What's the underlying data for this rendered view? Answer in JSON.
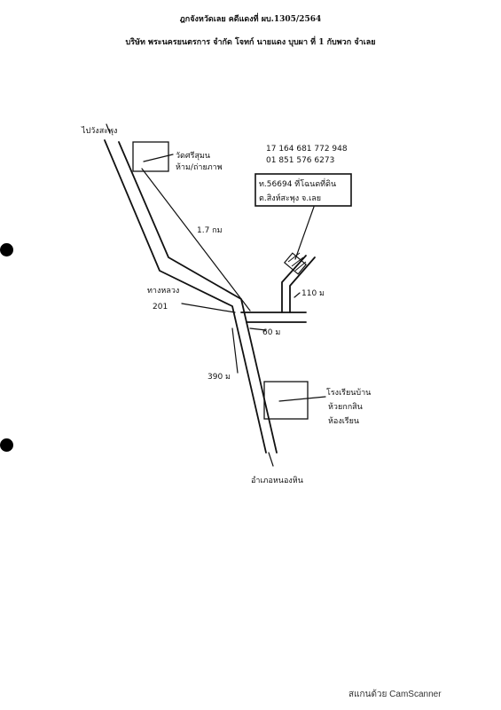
{
  "header": {
    "title": "ฎกจังหวัดเลย คดีแดงที่ ผบ.1305/2564",
    "subtitle": "บริษัท พระนครยนตรการ จำกัด โจทก์ นายแดง บุบผา ที่ 1 กับพวก จำเลย"
  },
  "map": {
    "labels": {
      "north_destination": "ไปวังสะพุง",
      "temple_1": "วัดศรีสุมน",
      "temple_1_note": "ห้าม/ถ่ายภาพ",
      "distance_1": "1.7 กม",
      "phone_1": "17 164 681 772 948",
      "phone_2": "01 851 576 6273",
      "plot_line_1": "ท.56694 ที่โฉนดที่ดิน",
      "plot_line_2": "ต.สิงห์สะพุง จ.เลย",
      "distance_2": "110 ม",
      "highway_line_1": "ทางหลวง",
      "highway_line_2": "201",
      "distance_3": "60 ม",
      "distance_4": "390 ม",
      "temple_2_line_1": "โรงเรียนบ้าน",
      "temple_2_line_2": "ห้วยกกสิน",
      "temple_2_line_3": "ห้องเรียน",
      "south_destination": "อำเภอหนองหิน"
    }
  },
  "footer": {
    "scanner_watermark": "สแกนด้วย CamScanner"
  }
}
